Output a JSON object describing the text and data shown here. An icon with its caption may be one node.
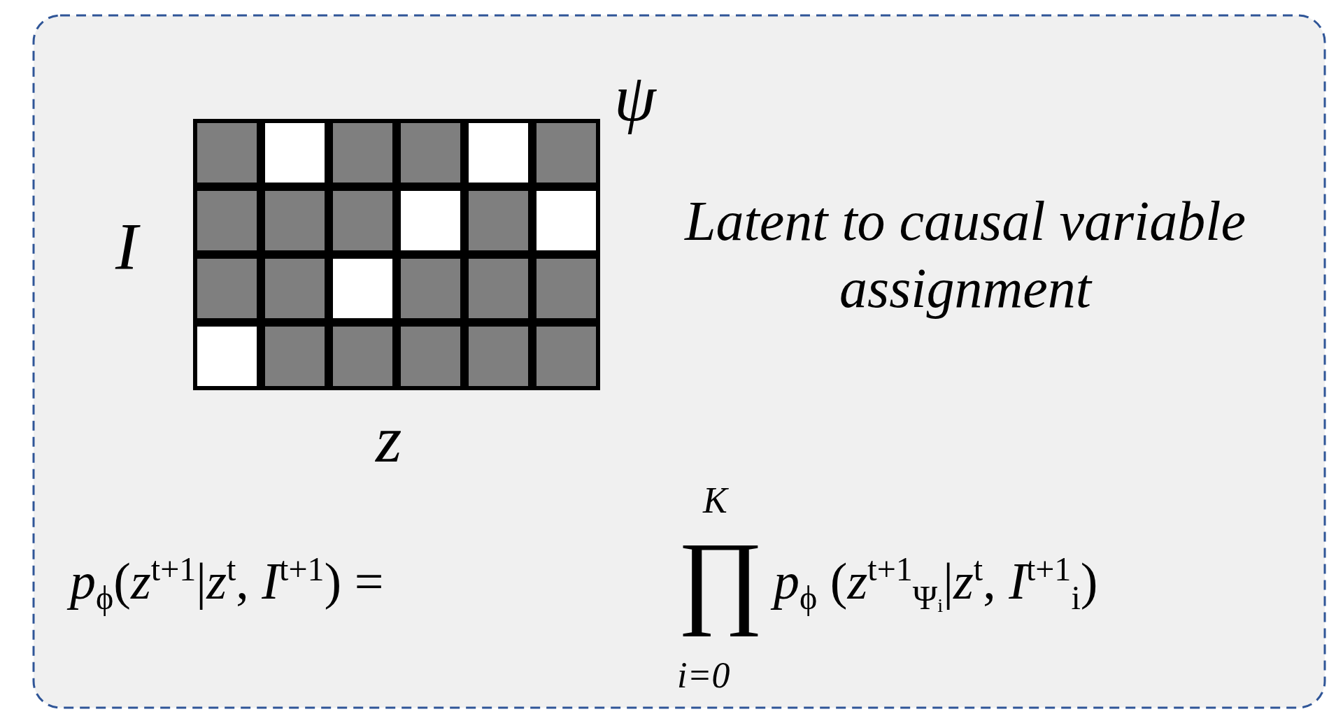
{
  "diagram": {
    "labels": [
      "ψ",
      "I",
      "Latent to causal variable assignment",
      "z",
      "*p*$_{ϕ}$(*z*$^{t+1}$|*z*$^{t}$, *I*$^{t+1}$) =",
      "K",
      "∏",
      "i=0",
      "*p*$_{ϕ}$ (*z*$^{t+1}$$_{Ψᵢ}$|*z*$^{t}$, *I*$^{t+1}$$_{i}$)"
    ]
  }
}
